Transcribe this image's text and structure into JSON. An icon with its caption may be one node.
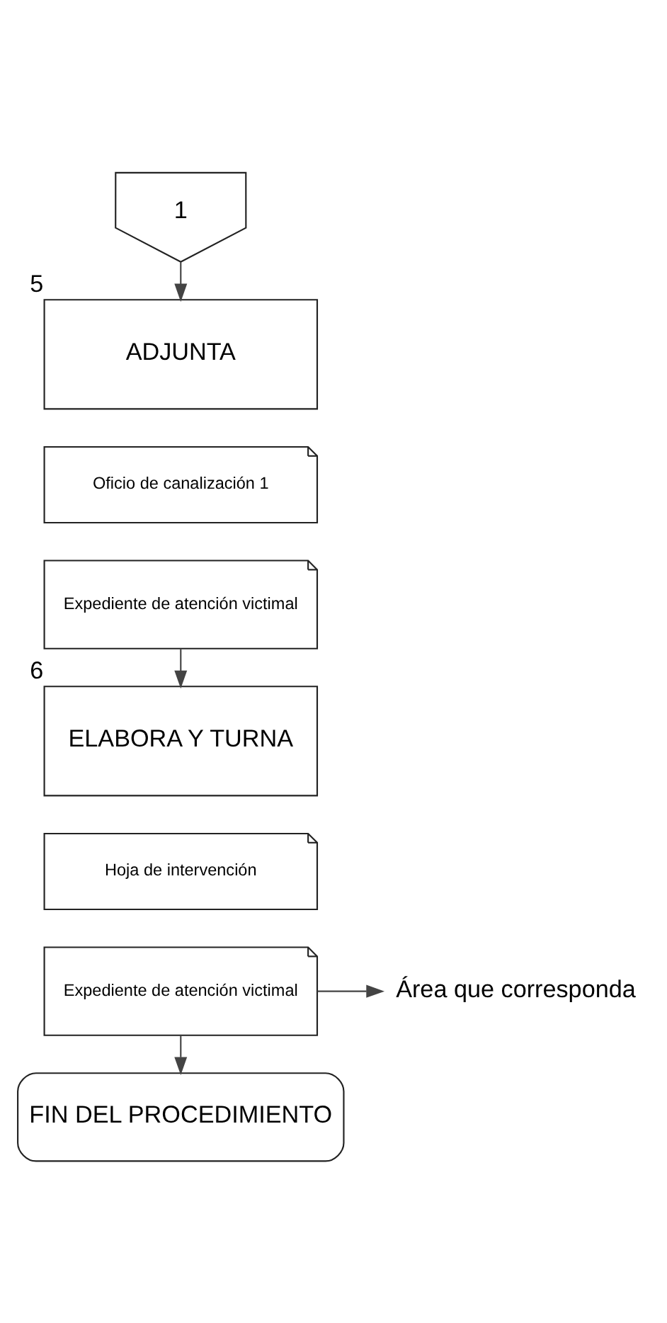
{
  "diagram": {
    "nodes": [
      {
        "text": [
          "1"
        ]
      },
      {
        "text": [
          "ADJUNTA"
        ],
        "beside": [
          "5"
        ]
      },
      {
        "text": [
          "Oficio de canalización 1"
        ]
      },
      {
        "text": [
          "Expediente de atención victimal"
        ]
      },
      {
        "text": [
          "ELABORA Y TURNA"
        ],
        "beside": [
          "6"
        ]
      },
      {
        "text": [
          "Hoja de intervención"
        ]
      },
      {
        "text": [
          "Expediente de atención victimal"
        ]
      },
      {
        "text": [
          "Área que corresponda"
        ]
      },
      {
        "text": [
          "FIN DEL PROCEDIMIENTO"
        ]
      }
    ],
    "edges": [
      {
        "from": 0,
        "to": 1,
        "arrow": "to"
      },
      {
        "from": 3,
        "to": 4,
        "arrow": "to"
      },
      {
        "from": 6,
        "to": 7,
        "arrow": "to"
      },
      {
        "from": 6,
        "to": 8,
        "arrow": "to"
      }
    ]
  }
}
